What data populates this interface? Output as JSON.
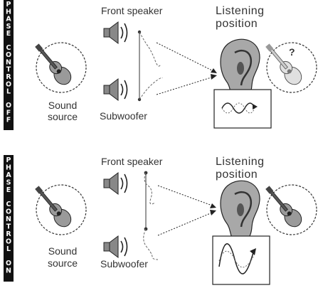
{
  "panels": [
    {
      "side_label": "PHASE CONTROL OFF",
      "front_speaker": "Front speaker",
      "listening_position_line1": "Listening",
      "listening_position_line2": "position",
      "sound_source_line1": "Sound",
      "sound_source_line2": "source",
      "subwoofer": "Subwoofer",
      "question_mark": "?"
    },
    {
      "side_label": "PHASE CONTROL ON",
      "front_speaker": "Front speaker",
      "listening_position_line1": "Listening",
      "listening_position_line2": "position",
      "sound_source_line1": "Sound",
      "sound_source_line2": "source",
      "subwoofer": "Subwoofer"
    }
  ]
}
